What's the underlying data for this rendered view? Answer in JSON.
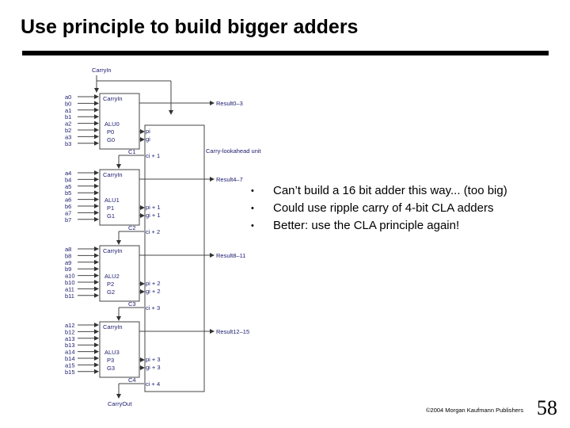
{
  "title": "Use principle to build bigger adders",
  "diagram": {
    "carry_in": "CarryIn",
    "carry_out": "CarryOut",
    "cla_unit": "Carry-lookahead unit",
    "alus": [
      {
        "inputs": [
          "a0",
          "b0",
          "a1",
          "b1",
          "a2",
          "b2",
          "a3",
          "b3"
        ],
        "carryin": "CarryIn",
        "alu": "ALU0",
        "p": "P0",
        "g": "G0",
        "c": "C1",
        "pi": "pi",
        "gi": "gi",
        "ci": "ci + 1",
        "result": "Result0–3"
      },
      {
        "inputs": [
          "a4",
          "b4",
          "a5",
          "b5",
          "a6",
          "b6",
          "a7",
          "b7"
        ],
        "carryin": "CarryIn",
        "alu": "ALU1",
        "p": "P1",
        "g": "G1",
        "c": "C2",
        "pi": "pi + 1",
        "gi": "gi + 1",
        "ci": "ci + 2",
        "result": "Result4–7"
      },
      {
        "inputs": [
          "a8",
          "b8",
          "a9",
          "b9",
          "a10",
          "b10",
          "a11",
          "b11"
        ],
        "carryin": "CarryIn",
        "alu": "ALU2",
        "p": "P2",
        "g": "G2",
        "c": "C3",
        "pi": "pi + 2",
        "gi": "gi + 2",
        "ci": "ci + 3",
        "result": "Result8–11"
      },
      {
        "inputs": [
          "a12",
          "b12",
          "a13",
          "b13",
          "a14",
          "b14",
          "a15",
          "b15"
        ],
        "carryin": "CarryIn",
        "alu": "ALU3",
        "p": "P3",
        "g": "G3",
        "c": "C4",
        "pi": "pi + 3",
        "gi": "gi + 3",
        "ci": "ci + 4",
        "result": "Result12–15"
      }
    ]
  },
  "bullets": [
    "Can’t build a 16 bit adder this way... (too big)",
    "Could use ripple carry of 4-bit CLA adders",
    "Better: use the CLA principle again!"
  ],
  "footer": {
    "copyright": "©2004 Morgan Kaufmann Publishers",
    "page_number": "58"
  }
}
